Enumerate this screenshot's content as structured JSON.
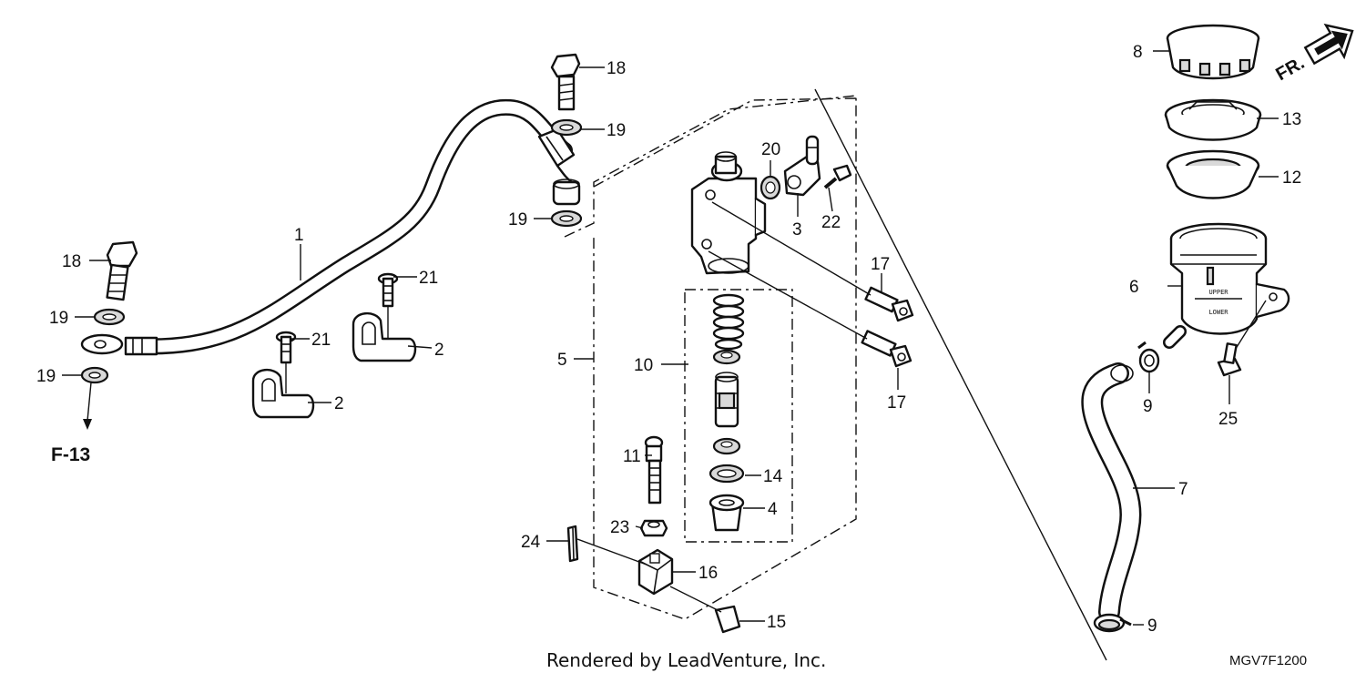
{
  "diagram": {
    "callouts": [
      {
        "id": "1",
        "label": "1"
      },
      {
        "id": "2a",
        "label": "2"
      },
      {
        "id": "2b",
        "label": "2"
      },
      {
        "id": "3",
        "label": "3"
      },
      {
        "id": "4",
        "label": "4"
      },
      {
        "id": "5",
        "label": "5"
      },
      {
        "id": "6",
        "label": "6"
      },
      {
        "id": "7",
        "label": "7"
      },
      {
        "id": "8",
        "label": "8"
      },
      {
        "id": "9a",
        "label": "9"
      },
      {
        "id": "9b",
        "label": "9"
      },
      {
        "id": "10",
        "label": "10"
      },
      {
        "id": "11",
        "label": "11"
      },
      {
        "id": "12",
        "label": "12"
      },
      {
        "id": "13",
        "label": "13"
      },
      {
        "id": "14",
        "label": "14"
      },
      {
        "id": "15",
        "label": "15"
      },
      {
        "id": "16",
        "label": "16"
      },
      {
        "id": "17a",
        "label": "17"
      },
      {
        "id": "17b",
        "label": "17"
      },
      {
        "id": "18a",
        "label": "18"
      },
      {
        "id": "18b",
        "label": "18"
      },
      {
        "id": "19a",
        "label": "19"
      },
      {
        "id": "19b",
        "label": "19"
      },
      {
        "id": "19c",
        "label": "19"
      },
      {
        "id": "19d",
        "label": "19"
      },
      {
        "id": "20",
        "label": "20"
      },
      {
        "id": "21a",
        "label": "21"
      },
      {
        "id": "21b",
        "label": "21"
      },
      {
        "id": "22",
        "label": "22"
      },
      {
        "id": "23",
        "label": "23"
      },
      {
        "id": "24",
        "label": "24"
      },
      {
        "id": "25",
        "label": "25"
      }
    ],
    "reference_label": "F-13",
    "direction_label": "FR.",
    "reservoir_upper": "UPPER",
    "reservoir_lower": "LOWER",
    "footer_text": "Rendered by LeadVenture, Inc.",
    "diagram_code": "MGV7F1200"
  }
}
